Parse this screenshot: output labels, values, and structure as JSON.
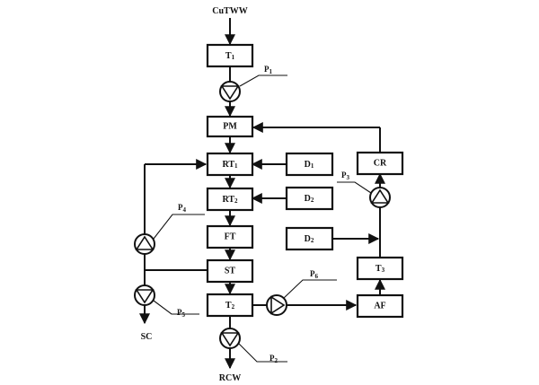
{
  "inputs": {
    "feed": "CuTWW"
  },
  "outputs": {
    "sludge": "SC",
    "recycled_water": "RCW"
  },
  "units": {
    "t1": {
      "main": "T",
      "sub": "1"
    },
    "pm": {
      "main": "PM"
    },
    "rt1": {
      "main": "RT",
      "sub": "1"
    },
    "rt2": {
      "main": "RT",
      "sub": "2"
    },
    "ft": {
      "main": "FT"
    },
    "st": {
      "main": "ST"
    },
    "t2": {
      "main": "T",
      "sub": "2"
    },
    "d1": {
      "main": "D",
      "sub": "1"
    },
    "d2a": {
      "main": "D",
      "sub": "2"
    },
    "d2b": {
      "main": "D",
      "sub": "2"
    },
    "cr": {
      "main": "CR"
    },
    "t3": {
      "main": "T",
      "sub": "3"
    },
    "af": {
      "main": "AF"
    }
  },
  "pumps": {
    "p1": {
      "main": "P",
      "sub": "1"
    },
    "p2": {
      "main": "P",
      "sub": "2"
    },
    "p3": {
      "main": "P",
      "sub": "3"
    },
    "p4": {
      "main": "P",
      "sub": "4"
    },
    "p5": {
      "main": "P",
      "sub": "5"
    },
    "p6": {
      "main": "P",
      "sub": "6"
    }
  }
}
